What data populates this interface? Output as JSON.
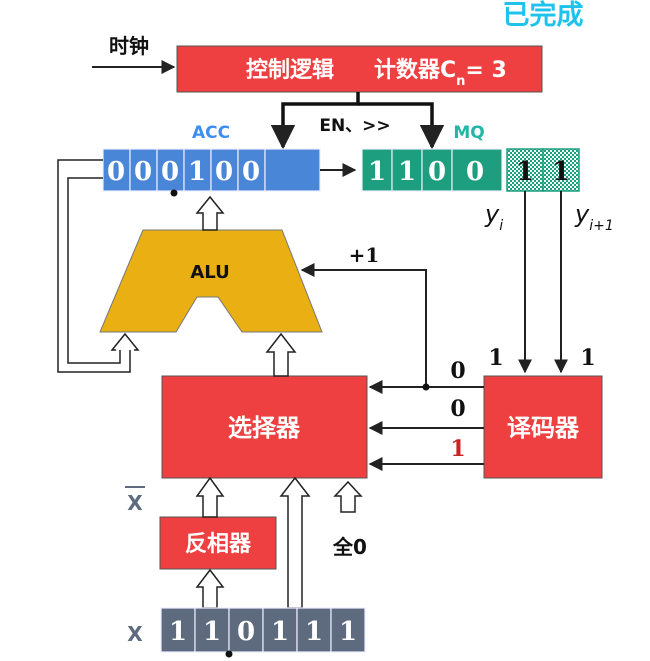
{
  "status": "已完成",
  "clock_label": "时钟",
  "control": {
    "label": "控制逻辑",
    "counter_label": "计数器C",
    "counter_sub": "n",
    "counter_value": "= 3"
  },
  "bus_label": "EN、>>",
  "acc": {
    "label": "ACC",
    "bits": [
      "0",
      "0",
      "0",
      "1",
      "0",
      "0"
    ]
  },
  "mq": {
    "label": "MQ",
    "bits": [
      "1",
      "1",
      "0",
      "0"
    ],
    "checker_bits": [
      "1",
      "1"
    ]
  },
  "yi": {
    "base": "y",
    "sub": "i"
  },
  "yi1": {
    "base": "y",
    "sub": "i+1"
  },
  "alu_label": "ALU",
  "plus_one": "+1",
  "selector_label": "选择器",
  "decoder": {
    "label": "译码器",
    "input_vals": [
      "1",
      "1"
    ],
    "outputs": [
      "0",
      "0",
      "1"
    ]
  },
  "inverter_label": "反相器",
  "xbar_label": "X",
  "x": {
    "label": "X",
    "bits": [
      "1",
      "1",
      "0",
      "1",
      "1",
      "1"
    ]
  },
  "all_zero_label": "全0",
  "colors": {
    "red": "#ee4040",
    "acc_blue": "#4a86d8",
    "mq_green": "#1d9e7e",
    "alu_orange": "#eab013",
    "x_gray": "#5e6a7e",
    "label_blue": "#3d8ef0",
    "label_green": "#21b7a4",
    "status_blue": "#1dc3ec",
    "dark_red": "#c92323"
  }
}
